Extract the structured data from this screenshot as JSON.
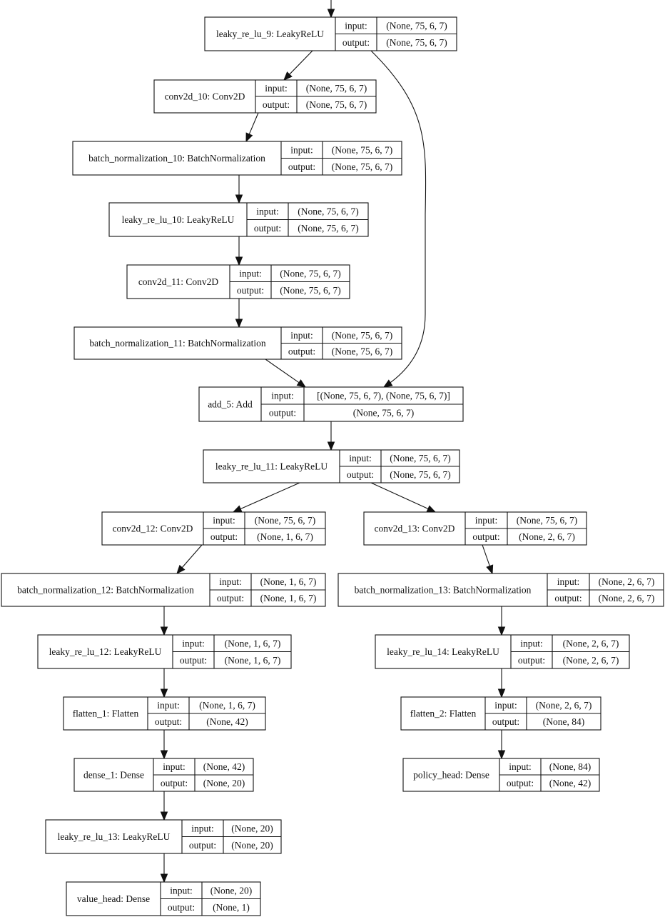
{
  "diagram": {
    "labels": {
      "input": "input:",
      "output": "output:"
    },
    "nodes": [
      {
        "id": "leaky_re_lu_9",
        "name": "leaky_re_lu_9: LeakyReLU",
        "input": "(None, 75, 6, 7)",
        "output": "(None, 75, 6, 7)"
      },
      {
        "id": "conv2d_10",
        "name": "conv2d_10: Conv2D",
        "input": "(None, 75, 6, 7)",
        "output": "(None, 75, 6, 7)"
      },
      {
        "id": "batch_normalization_10",
        "name": "batch_normalization_10: BatchNormalization",
        "input": "(None, 75, 6, 7)",
        "output": "(None, 75, 6, 7)"
      },
      {
        "id": "leaky_re_lu_10",
        "name": "leaky_re_lu_10: LeakyReLU",
        "input": "(None, 75, 6, 7)",
        "output": "(None, 75, 6, 7)"
      },
      {
        "id": "conv2d_11",
        "name": "conv2d_11: Conv2D",
        "input": "(None, 75, 6, 7)",
        "output": "(None, 75, 6, 7)"
      },
      {
        "id": "batch_normalization_11",
        "name": "batch_normalization_11: BatchNormalization",
        "input": "(None, 75, 6, 7)",
        "output": "(None, 75, 6, 7)"
      },
      {
        "id": "add_5",
        "name": "add_5: Add",
        "input": "[(None, 75, 6, 7), (None, 75, 6, 7)]",
        "output": "(None, 75, 6, 7)"
      },
      {
        "id": "leaky_re_lu_11",
        "name": "leaky_re_lu_11: LeakyReLU",
        "input": "(None, 75, 6, 7)",
        "output": "(None, 75, 6, 7)"
      },
      {
        "id": "conv2d_12",
        "name": "conv2d_12: Conv2D",
        "input": "(None, 75, 6, 7)",
        "output": "(None, 1, 6, 7)"
      },
      {
        "id": "conv2d_13",
        "name": "conv2d_13: Conv2D",
        "input": "(None, 75, 6, 7)",
        "output": "(None, 2, 6, 7)"
      },
      {
        "id": "batch_normalization_12",
        "name": "batch_normalization_12: BatchNormalization",
        "input": "(None, 1, 6, 7)",
        "output": "(None, 1, 6, 7)"
      },
      {
        "id": "batch_normalization_13",
        "name": "batch_normalization_13: BatchNormalization",
        "input": "(None, 2, 6, 7)",
        "output": "(None, 2, 6, 7)"
      },
      {
        "id": "leaky_re_lu_12",
        "name": "leaky_re_lu_12: LeakyReLU",
        "input": "(None, 1, 6, 7)",
        "output": "(None, 1, 6, 7)"
      },
      {
        "id": "leaky_re_lu_14",
        "name": "leaky_re_lu_14: LeakyReLU",
        "input": "(None, 2, 6, 7)",
        "output": "(None, 2, 6, 7)"
      },
      {
        "id": "flatten_1",
        "name": "flatten_1: Flatten",
        "input": "(None, 1, 6, 7)",
        "output": "(None, 42)"
      },
      {
        "id": "flatten_2",
        "name": "flatten_2: Flatten",
        "input": "(None, 2, 6, 7)",
        "output": "(None, 84)"
      },
      {
        "id": "dense_1",
        "name": "dense_1: Dense",
        "input": "(None, 42)",
        "output": "(None, 20)"
      },
      {
        "id": "policy_head",
        "name": "policy_head: Dense",
        "input": "(None, 84)",
        "output": "(None, 42)"
      },
      {
        "id": "leaky_re_lu_13",
        "name": "leaky_re_lu_13: LeakyReLU",
        "input": "(None, 20)",
        "output": "(None, 20)"
      },
      {
        "id": "value_head",
        "name": "value_head: Dense",
        "input": "(None, 20)",
        "output": "(None, 1)"
      }
    ],
    "edges": [
      {
        "from": "",
        "to": "leaky_re_lu_9"
      },
      {
        "from": "leaky_re_lu_9",
        "to": "conv2d_10"
      },
      {
        "from": "leaky_re_lu_9",
        "to": "add_5"
      },
      {
        "from": "conv2d_10",
        "to": "batch_normalization_10"
      },
      {
        "from": "batch_normalization_10",
        "to": "leaky_re_lu_10"
      },
      {
        "from": "leaky_re_lu_10",
        "to": "conv2d_11"
      },
      {
        "from": "conv2d_11",
        "to": "batch_normalization_11"
      },
      {
        "from": "batch_normalization_11",
        "to": "add_5"
      },
      {
        "from": "add_5",
        "to": "leaky_re_lu_11"
      },
      {
        "from": "leaky_re_lu_11",
        "to": "conv2d_12"
      },
      {
        "from": "leaky_re_lu_11",
        "to": "conv2d_13"
      },
      {
        "from": "conv2d_12",
        "to": "batch_normalization_12"
      },
      {
        "from": "conv2d_13",
        "to": "batch_normalization_13"
      },
      {
        "from": "batch_normalization_12",
        "to": "leaky_re_lu_12"
      },
      {
        "from": "batch_normalization_13",
        "to": "leaky_re_lu_14"
      },
      {
        "from": "leaky_re_lu_12",
        "to": "flatten_1"
      },
      {
        "from": "leaky_re_lu_14",
        "to": "flatten_2"
      },
      {
        "from": "flatten_1",
        "to": "dense_1"
      },
      {
        "from": "flatten_2",
        "to": "policy_head"
      },
      {
        "from": "dense_1",
        "to": "leaky_re_lu_13"
      },
      {
        "from": "leaky_re_lu_13",
        "to": "value_head"
      }
    ]
  }
}
